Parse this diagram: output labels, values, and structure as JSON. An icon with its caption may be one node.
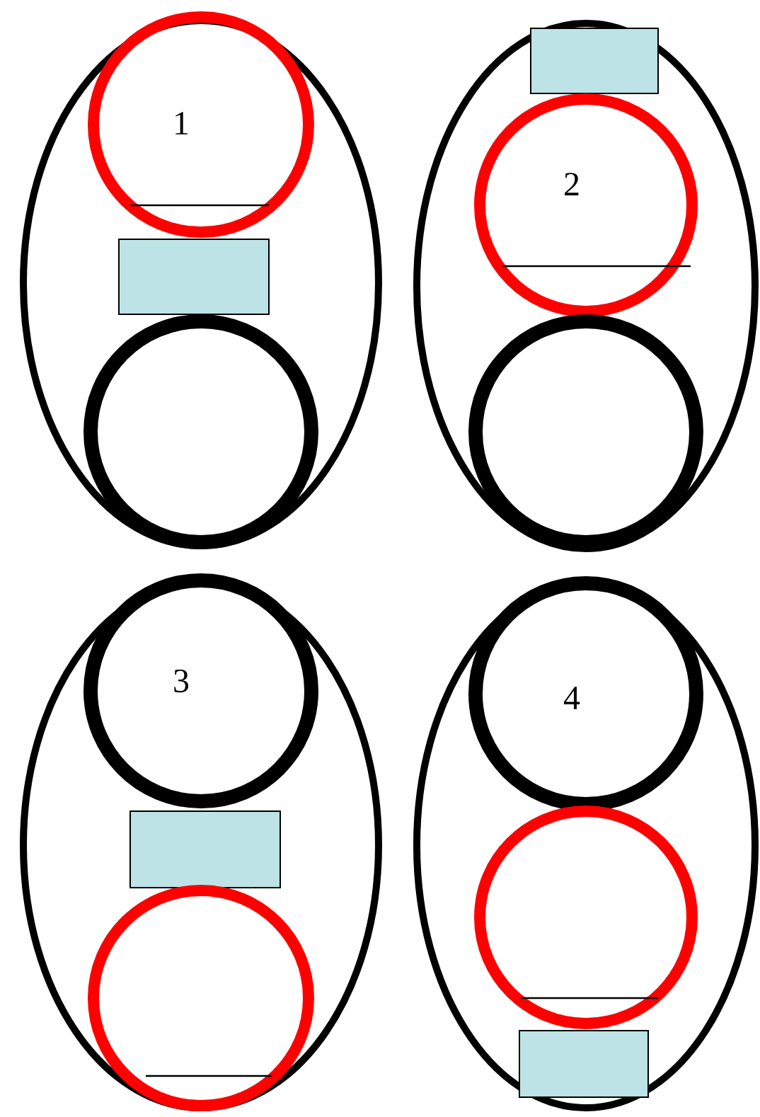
{
  "diagram": {
    "nodes": [
      {
        "text": [],
        "shape": "ellipse"
      },
      {
        "text": [
          "1"
        ],
        "in": 0
      },
      {
        "text": [],
        "shape": "box",
        "in": 0
      },
      {
        "text": [],
        "shape": "circle",
        "in": 0
      },
      {
        "text": [],
        "shape": "ellipse"
      },
      {
        "text": [],
        "shape": "box",
        "in": 4
      },
      {
        "text": [
          "2"
        ],
        "in": 4
      },
      {
        "text": [],
        "shape": "circle",
        "in": 4
      },
      {
        "text": [],
        "shape": "ellipse"
      },
      {
        "text": [
          "3"
        ],
        "in": 8
      },
      {
        "text": [],
        "shape": "box",
        "in": 8
      },
      {
        "text": [],
        "shape": "circle",
        "in": 8
      },
      {
        "text": [],
        "shape": "ellipse"
      },
      {
        "text": [
          "4"
        ],
        "in": 12
      },
      {
        "text": [],
        "shape": "circle",
        "in": 12
      },
      {
        "text": [],
        "shape": "box",
        "in": 12
      }
    ]
  }
}
